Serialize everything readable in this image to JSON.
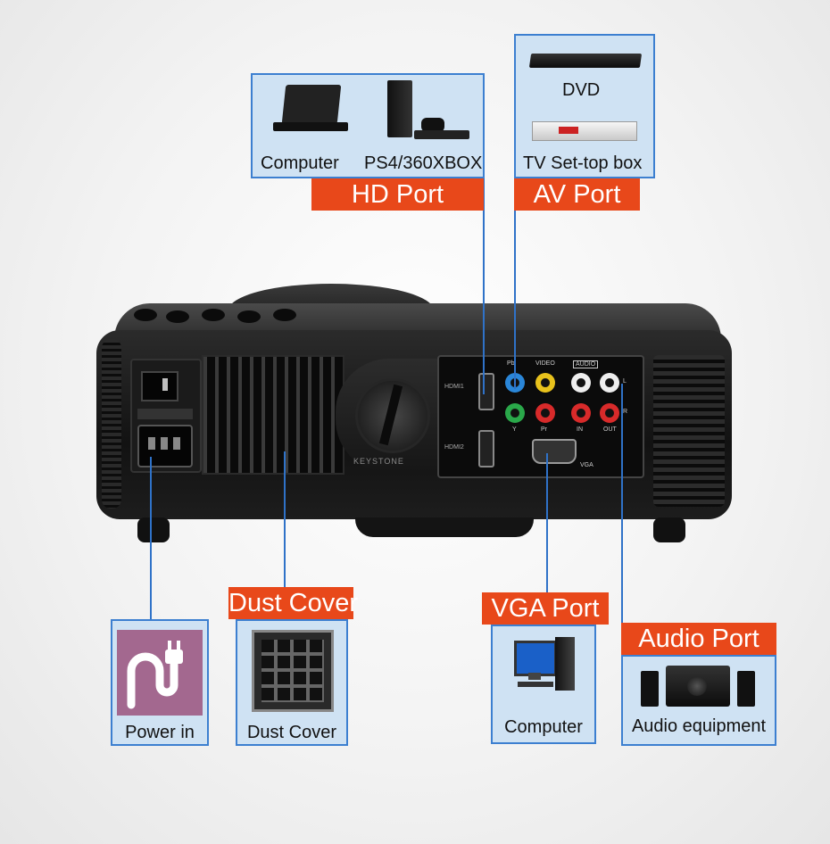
{
  "ports": {
    "hd": {
      "label": "HD   Port",
      "devices": [
        "Computer",
        "PS4/360XBOX"
      ]
    },
    "av": {
      "label": "AV Port",
      "devices": [
        "DVD",
        "TV Set-top box"
      ]
    },
    "power": {
      "device": "Power in"
    },
    "dust": {
      "label": "Dust Cover",
      "device": "Dust Cover"
    },
    "vga": {
      "label": "VGA Port",
      "device": "Computer"
    },
    "audio": {
      "label": "Audio Port",
      "device": "Audio equipment"
    }
  },
  "panel": {
    "hdmi1": "HDMI1",
    "hdmi2": "HDMI2",
    "pb": "Pb",
    "video": "VIDEO",
    "audio": "AUDIO",
    "y": "Y",
    "pr": "Pr",
    "in": "IN",
    "out": "OUT",
    "vga": "VGA",
    "l": "L",
    "r": "R",
    "keystone": "KEYSTONE"
  },
  "colors": {
    "label_bg": "#e8481a",
    "box_bg": "#cfe2f3",
    "box_border": "#3c7fd0",
    "connector_line": "#2f72c8",
    "power_tile": "#a3688f"
  }
}
